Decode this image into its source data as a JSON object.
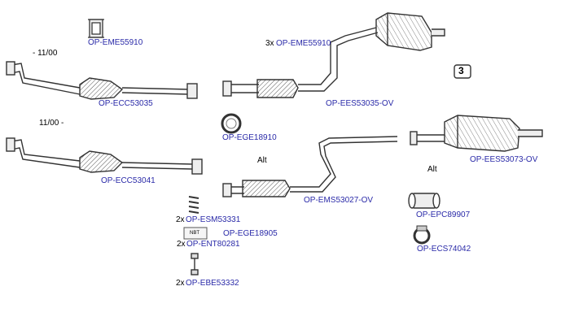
{
  "parts": {
    "eme55910": "OP-EME55910",
    "ecc53035": "OP-ECC53035",
    "ecc53041": "OP-ECC53041",
    "ege18910": "OP-EGE18910",
    "ees53035": "OP-EES53035-OV",
    "ees53073": "OP-EES53073-OV",
    "ems53027": "OP-EMS53027-OV",
    "esm53331": "OP-ESM53331",
    "ege18905": "OP-EGE18905",
    "ent80281": "OP-ENT80281",
    "ebe53332": "OP-EBE53332",
    "epc89907": "OP-EPC89907",
    "ecs74042": "OP-ECS74042",
    "eme55910_b": "OP-EME55910"
  },
  "notes": {
    "until_11_00": "- 11/00",
    "from_11_00": "11/00 -",
    "alt_1": "Alt",
    "alt_2": "Alt",
    "qty_3x": "3x",
    "qty_2x_a": "2x",
    "qty_2x_b": "2x",
    "qty_2x_c": "2x",
    "page_badge": "3",
    "tape_label": "NBT"
  }
}
